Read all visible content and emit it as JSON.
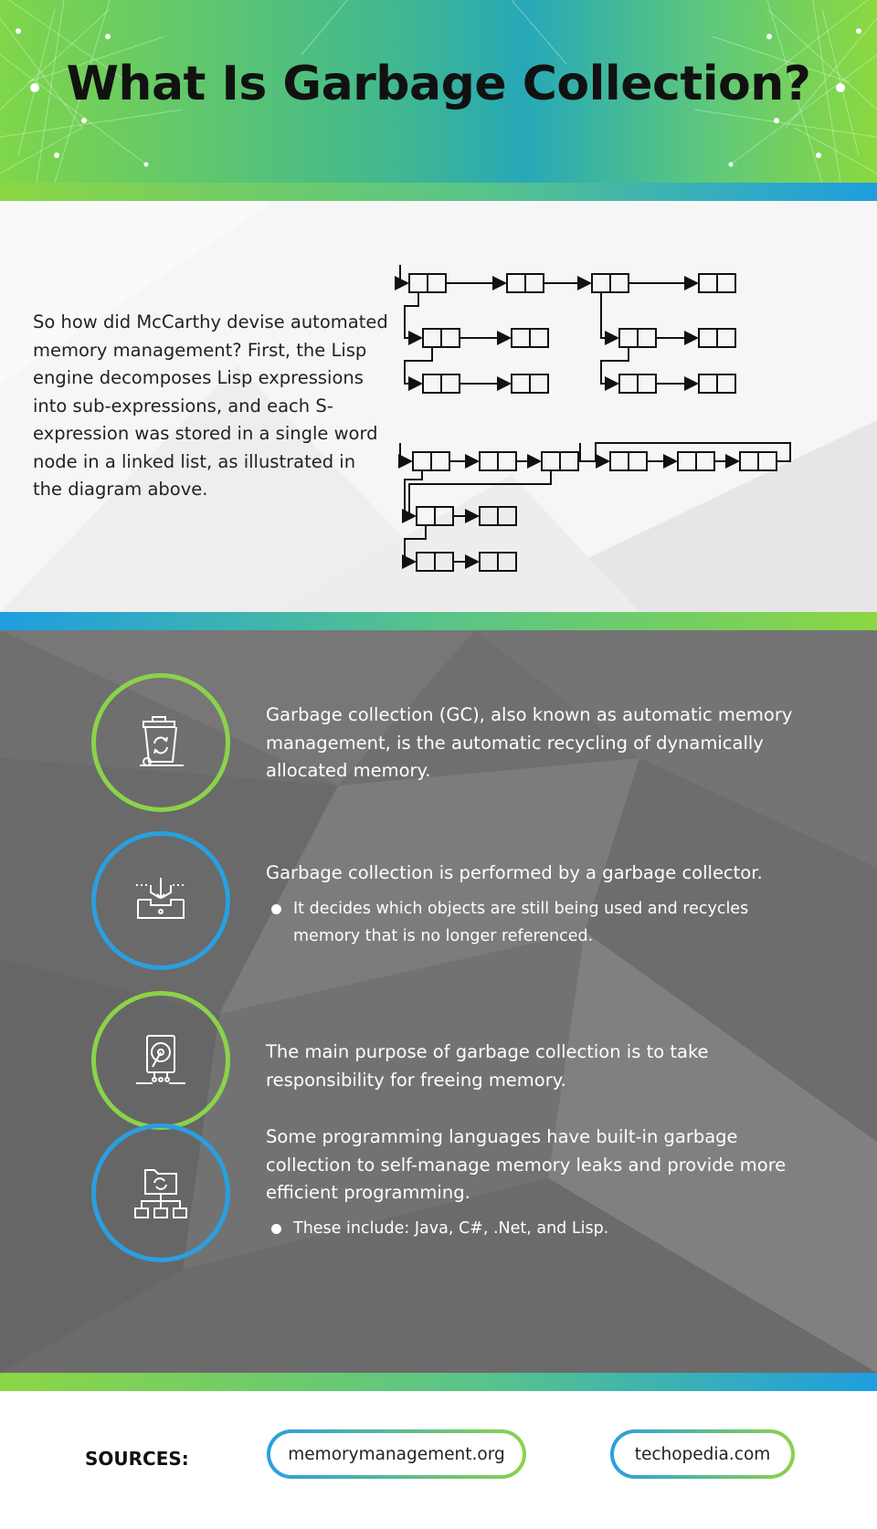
{
  "header": {
    "title": "What Is Garbage Collection?"
  },
  "intro": {
    "text": "So how did McCarthy devise automated memory management? First, the Lisp engine decomposes Lisp expressions into sub-expressions, and each S-expression was stored in a single word node in a linked list, as illustrated in the diagram above."
  },
  "items": [
    {
      "icon": "recycle-bin-icon",
      "ring_color": "#8bd34a",
      "text": "Garbage collection (GC), also known as automatic memory management, is the automatic recycling of dynamically allocated memory.",
      "bullet": ""
    },
    {
      "icon": "inbox-collect-icon",
      "ring_color": "#2a9fe0",
      "text": "Garbage collection is performed by a garbage collector.",
      "bullet": "It decides which objects are still being used and recycles memory that is no longer referenced."
    },
    {
      "icon": "hard-drive-icon",
      "ring_color": "#8bd34a",
      "text": "The main purpose of garbage collection is to take responsibility for freeing memory.",
      "bullet": ""
    },
    {
      "icon": "folder-network-icon",
      "ring_color": "#2a9fe0",
      "text": "Some programming languages have built-in garbage collection to self-manage memory leaks and provide more efficient programming.",
      "bullet": "These include: Java, C#, .Net, and Lisp."
    }
  ],
  "footer": {
    "sources_label": "SOURCES:",
    "sources": [
      "memorymanagement.org",
      "techopedia.com"
    ]
  },
  "colors": {
    "green": "#8bd34a",
    "blue": "#2a9fe0",
    "dark_bg": "#6f6f6f"
  }
}
